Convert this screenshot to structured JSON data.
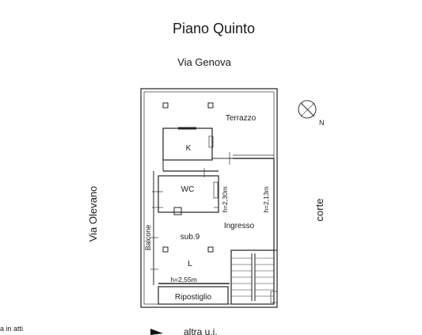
{
  "title": "Piano Quinto",
  "streets": {
    "top": "Via Genova",
    "left": "Via Olevano",
    "right": "corte"
  },
  "rooms": {
    "terrace": "Terrazzo",
    "kitchen": "K",
    "bathroom": "WC",
    "entrance": "Ingresso",
    "unit": "sub.9",
    "living": "L",
    "storage": "Ripostiglio",
    "balcony": "Balcone"
  },
  "heights": {
    "wc": "h=2,30m",
    "entrance": "h=2,13m",
    "living": "h=2,55m"
  },
  "compass_label": "N",
  "footer": {
    "left_note": "a in atti",
    "bottom_note": "altra u.i."
  }
}
